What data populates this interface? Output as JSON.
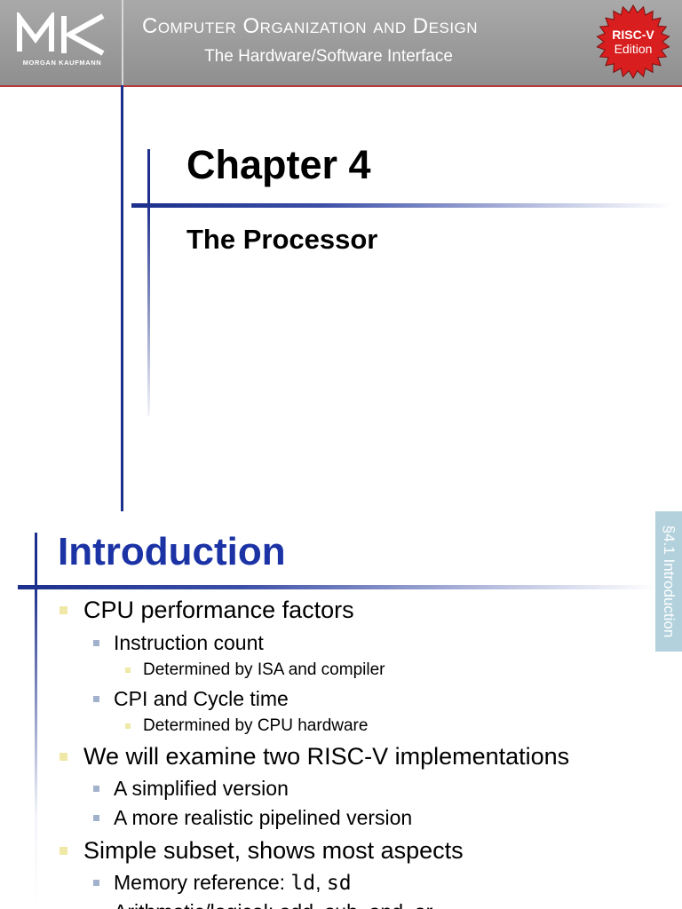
{
  "header": {
    "logo_text": "MK",
    "logo_subtext": "MORGAN KAUFMANN",
    "book_title": "Computer Organization and Design",
    "book_subtitle": "The Hardware/Software Interface",
    "badge_line1": "RISC-V",
    "badge_line2": "Edition",
    "badge_color": "#d81e1e"
  },
  "slide1": {
    "chapter_title": "Chapter 4",
    "chapter_subtitle": "The Processor"
  },
  "slide2": {
    "title": "Introduction",
    "section_tab": "§4.1 Introduction",
    "bullets": [
      {
        "text": "CPU performance factors"
      },
      {
        "text": "Instruction count"
      },
      {
        "text": "Determined by ISA and compiler"
      },
      {
        "text": "CPI and Cycle time"
      },
      {
        "text": "Determined by CPU hardware"
      },
      {
        "text": "We will examine two RISC-V implementations"
      },
      {
        "text": "A simplified version"
      },
      {
        "text": "A more realistic pipelined version"
      },
      {
        "text": "Simple subset, shows most aspects"
      },
      {
        "text_prefix": "Memory reference: ",
        "code1": "ld",
        "sep": ", ",
        "code2": "sd"
      },
      {
        "text": "Arithmetic/logical: add, sub, and, or"
      }
    ]
  },
  "colors": {
    "accent_blue": "#1b33a5",
    "banner_gray": "#999999",
    "section_tab": "#b3d1dc"
  }
}
